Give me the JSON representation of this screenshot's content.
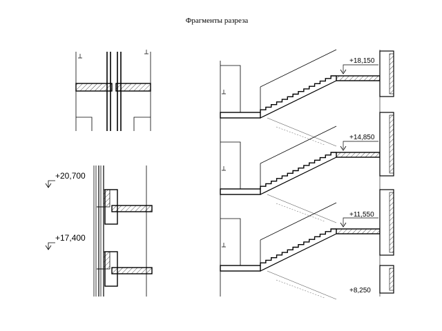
{
  "title": "Фрагменты разреза",
  "fragments": {
    "wall_slab_node": {
      "levels": [
        "+20,700",
        "+17,400"
      ]
    },
    "staircase": {
      "levels": [
        "+18,150",
        "+14,850",
        "+11,550",
        "+8,250"
      ]
    }
  },
  "colors": {
    "line": "#000000",
    "thin_line": "#555555",
    "background": "#ffffff"
  }
}
